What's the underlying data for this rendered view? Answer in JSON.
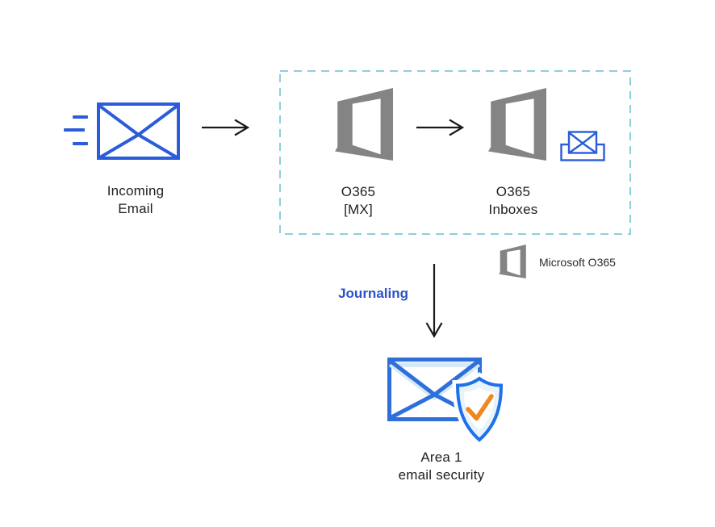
{
  "diagram": {
    "nodes": {
      "incoming_email": {
        "line1": "Incoming",
        "line2": "Email"
      },
      "o365_mx": {
        "line1": "O365",
        "line2": "[MX]"
      },
      "o365_inboxes": {
        "line1": "O365",
        "line2": "Inboxes"
      },
      "area1": {
        "line1": "Area 1",
        "line2": "email security"
      }
    },
    "edges": {
      "journaling_label": "Journaling"
    },
    "legend": {
      "microsoft_o365": "Microsoft O365"
    }
  },
  "icons": {
    "incoming-email-icon": "blue envelope with speed lines",
    "office365-icon": "gray Microsoft Office logo",
    "inbox-icon": "blue envelope in tray",
    "area1-security-icon": "envelope with shield and checkmark",
    "arrow-right-icon": "thin black right arrow",
    "arrow-down-icon": "thin black down arrow"
  },
  "colors": {
    "blue-primary": "#2b5cd9",
    "blue-area1": "#2e6fdb",
    "blue-shield": "#1e71e8",
    "light-blue-fill": "#d6e9f7",
    "shield-fill": "#e8f3fc",
    "teal-dashed": "#8fcedb",
    "gray-logo": "#848484",
    "journaling-blue": "#2b52c7",
    "orange-check": "#f0871f",
    "arrow-black": "#1a1a1a",
    "text-black": "#1f1f1f"
  }
}
